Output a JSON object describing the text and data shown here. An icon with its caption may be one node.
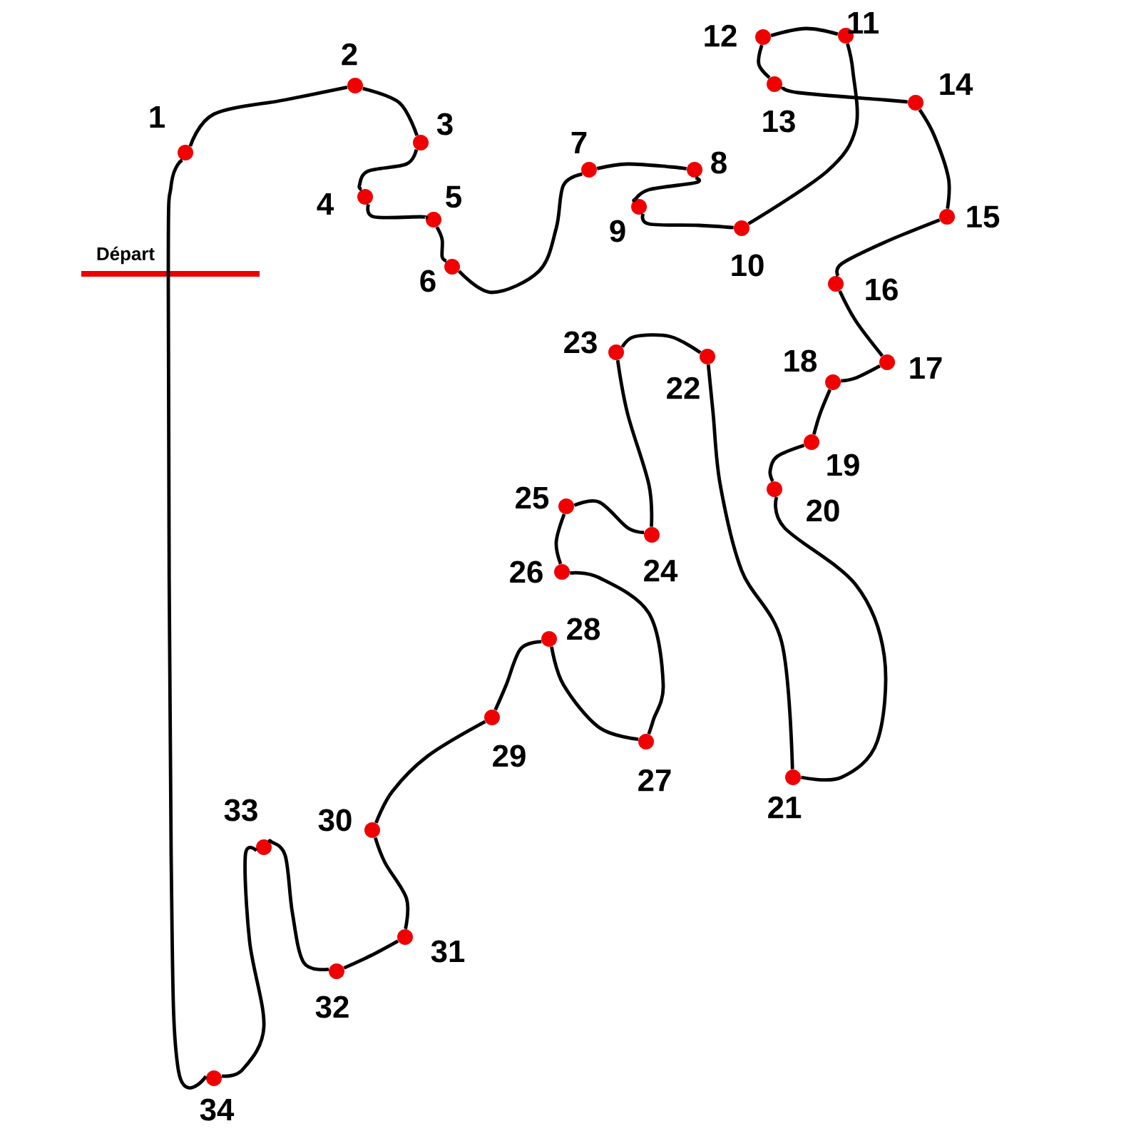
{
  "diagram": {
    "nodes": [
      {
        "text": [],
        "shape": "circle",
        "beside": [
          "1"
        ]
      },
      {
        "text": [],
        "shape": "circle",
        "beside": [
          "2"
        ]
      },
      {
        "text": [],
        "shape": "circle",
        "beside": [
          "3"
        ]
      },
      {
        "text": [],
        "shape": "circle",
        "beside": [
          "4"
        ]
      },
      {
        "text": [],
        "shape": "circle",
        "beside": [
          "5"
        ]
      },
      {
        "text": [],
        "shape": "circle",
        "beside": [
          "6"
        ]
      },
      {
        "text": [],
        "shape": "circle",
        "beside": [
          "7"
        ]
      },
      {
        "text": [],
        "shape": "circle",
        "beside": [
          "8"
        ]
      },
      {
        "text": [],
        "shape": "circle",
        "beside": [
          "9"
        ]
      },
      {
        "text": [],
        "shape": "circle",
        "beside": [
          "10"
        ]
      },
      {
        "text": [],
        "shape": "circle",
        "beside": [
          "11"
        ]
      },
      {
        "text": [],
        "shape": "circle",
        "beside": [
          "12"
        ]
      },
      {
        "text": [],
        "shape": "circle",
        "beside": [
          "13"
        ]
      },
      {
        "text": [],
        "shape": "circle",
        "beside": [
          "14"
        ]
      },
      {
        "text": [],
        "shape": "circle",
        "beside": [
          "15"
        ]
      },
      {
        "text": [],
        "shape": "circle",
        "beside": [
          "16"
        ]
      },
      {
        "text": [],
        "shape": "circle",
        "beside": [
          "17"
        ]
      },
      {
        "text": [],
        "shape": "circle",
        "beside": [
          "18"
        ]
      },
      {
        "text": [],
        "shape": "circle",
        "beside": [
          "19"
        ]
      },
      {
        "text": [],
        "shape": "circle",
        "beside": [
          "20"
        ]
      },
      {
        "text": [],
        "shape": "circle",
        "beside": [
          "21"
        ]
      },
      {
        "text": [],
        "shape": "circle",
        "beside": [
          "22"
        ]
      },
      {
        "text": [],
        "shape": "circle",
        "beside": [
          "23"
        ]
      },
      {
        "text": [],
        "shape": "circle",
        "beside": [
          "24"
        ]
      },
      {
        "text": [],
        "shape": "circle",
        "beside": [
          "25"
        ]
      },
      {
        "text": [],
        "shape": "circle",
        "beside": [
          "26"
        ]
      },
      {
        "text": [],
        "shape": "circle",
        "beside": [
          "27"
        ]
      },
      {
        "text": [],
        "shape": "circle",
        "beside": [
          "28"
        ]
      },
      {
        "text": [],
        "shape": "circle",
        "beside": [
          "29"
        ]
      },
      {
        "text": [],
        "shape": "circle",
        "beside": [
          "30"
        ]
      },
      {
        "text": [],
        "shape": "circle",
        "beside": [
          "31"
        ]
      },
      {
        "text": [],
        "shape": "circle",
        "beside": [
          "32"
        ]
      },
      {
        "text": [],
        "shape": "circle",
        "beside": [
          "33"
        ]
      },
      {
        "text": [],
        "shape": "circle",
        "beside": [
          "34"
        ]
      }
    ],
    "edges": [
      {
        "from": 0,
        "to": 1,
        "arrow": "none"
      },
      {
        "from": 1,
        "to": 2,
        "arrow": "none"
      },
      {
        "from": 2,
        "to": 3,
        "arrow": "none"
      },
      {
        "from": 3,
        "to": 4,
        "arrow": "none"
      },
      {
        "from": 4,
        "to": 5,
        "arrow": "none"
      },
      {
        "from": 5,
        "to": 6,
        "arrow": "none"
      },
      {
        "from": 6,
        "to": 7,
        "arrow": "none"
      },
      {
        "from": 7,
        "to": 8,
        "arrow": "none"
      },
      {
        "from": 8,
        "to": 9,
        "arrow": "none"
      },
      {
        "from": 9,
        "to": 10,
        "arrow": "none"
      },
      {
        "from": 10,
        "to": 11,
        "arrow": "none"
      },
      {
        "from": 11,
        "to": 12,
        "arrow": "none"
      },
      {
        "from": 12,
        "to": 13,
        "arrow": "none"
      },
      {
        "from": 13,
        "to": 14,
        "arrow": "none"
      },
      {
        "from": 14,
        "to": 15,
        "arrow": "none"
      },
      {
        "from": 15,
        "to": 16,
        "arrow": "none"
      },
      {
        "from": 16,
        "to": 17,
        "arrow": "none"
      },
      {
        "from": 17,
        "to": 18,
        "arrow": "none"
      },
      {
        "from": 18,
        "to": 19,
        "arrow": "none"
      },
      {
        "from": 19,
        "to": 20,
        "arrow": "none"
      },
      {
        "from": 20,
        "to": 21,
        "arrow": "none"
      },
      {
        "from": 21,
        "to": 22,
        "arrow": "none"
      },
      {
        "from": 22,
        "to": 23,
        "arrow": "none"
      },
      {
        "from": 23,
        "to": 24,
        "arrow": "none"
      },
      {
        "from": 24,
        "to": 25,
        "arrow": "none"
      },
      {
        "from": 25,
        "to": 26,
        "arrow": "none"
      },
      {
        "from": 26,
        "to": 27,
        "arrow": "none"
      },
      {
        "from": 27,
        "to": 28,
        "arrow": "none"
      },
      {
        "from": 28,
        "to": 29,
        "arrow": "none"
      },
      {
        "from": 29,
        "to": 30,
        "arrow": "none"
      },
      {
        "from": 30,
        "to": 31,
        "arrow": "none"
      },
      {
        "from": 31,
        "to": 32,
        "arrow": "none"
      },
      {
        "from": 32,
        "to": 33,
        "arrow": "none"
      },
      {
        "from": 33,
        "to": 0,
        "arrow": "none"
      }
    ],
    "labels": [
      "Départ"
    ]
  }
}
